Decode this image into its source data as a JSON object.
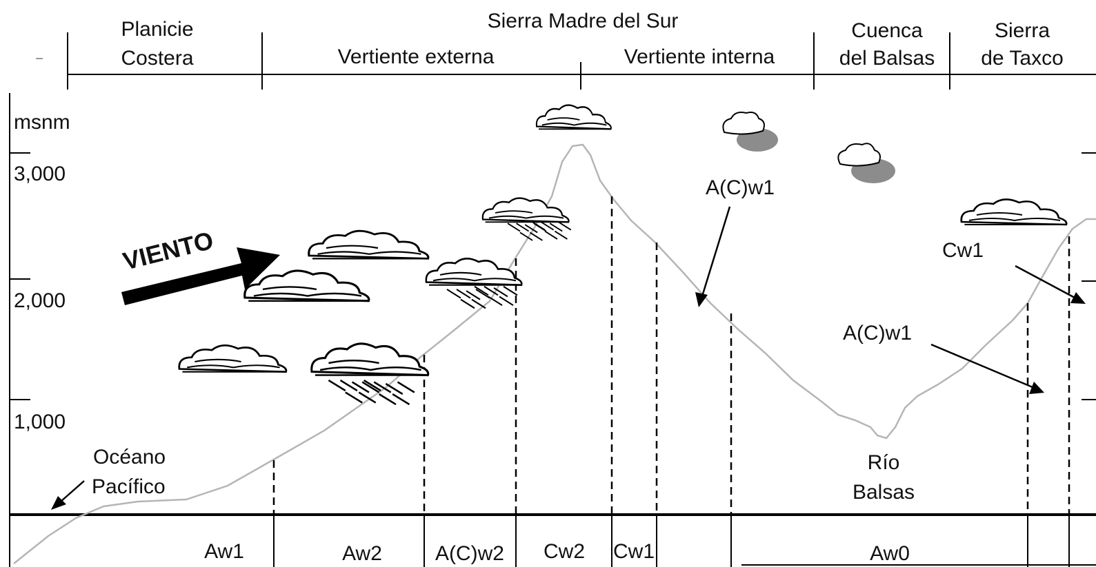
{
  "header": {
    "planicie": [
      "Planicie",
      "Costera"
    ],
    "sierra_madre": "Sierra Madre del Sur",
    "vertiente_externa": "Vertiente externa",
    "vertiente_interna": "Vertiente interna",
    "cuenca": [
      "Cuenca",
      "del Balsas"
    ],
    "sierra_taxco": [
      "Sierra",
      "de Taxco"
    ]
  },
  "axis": {
    "unit": "msnm",
    "ticks": [
      "3,000",
      "2,000",
      "1,000"
    ]
  },
  "labels": {
    "viento": "VIENTO",
    "oceano": [
      "Océano",
      "Pacífico"
    ],
    "rio": [
      "Río",
      "Balsas"
    ],
    "acw1_top": "A(C)w1",
    "acw1_right": "A(C)w1",
    "cw1_right": "Cw1"
  },
  "zones": [
    "Aw1",
    "Aw2",
    "A(C)w2",
    "Cw2",
    "Cw1",
    "Aw0"
  ],
  "colors": {
    "profile": "#b5b5b5",
    "lines": "#000000",
    "shadow_cloud": "#8c8c8c"
  }
}
